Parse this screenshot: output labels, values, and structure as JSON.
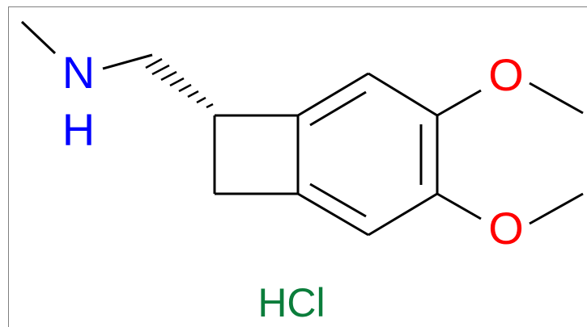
{
  "molecule": {
    "atoms": {
      "nitrogen": {
        "label": "N",
        "color": "#0000ff"
      },
      "hydrogen": {
        "label": "H",
        "color": "#0000ff"
      },
      "oxygen_top": {
        "label": "O",
        "color": "#ff0000"
      },
      "oxygen_bottom": {
        "label": "O",
        "color": "#ff0000"
      }
    },
    "salt": {
      "label": "HCl",
      "color": "#0b7d3b"
    },
    "bond_color": "#000000",
    "border_color": "#808080"
  }
}
